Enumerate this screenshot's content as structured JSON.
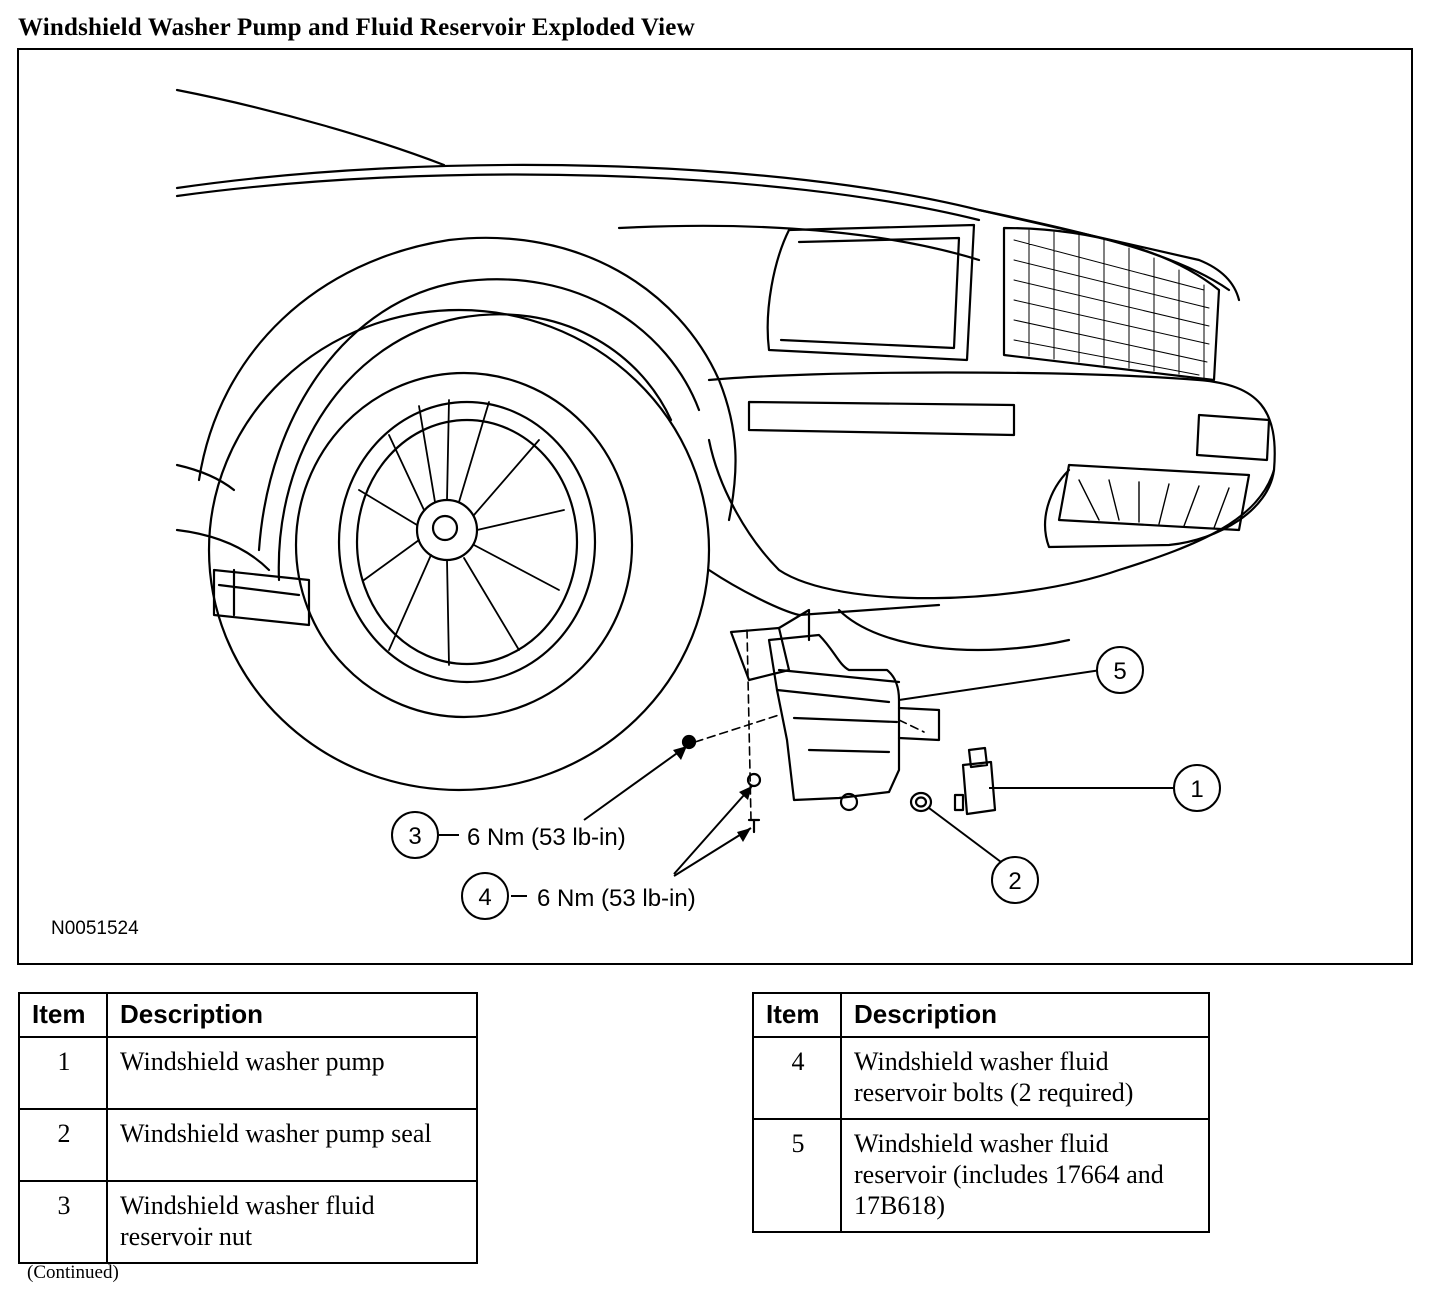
{
  "page": {
    "title": "Windshield Washer Pump and Fluid Reservoir Exploded View",
    "continued_note": "(Continued)"
  },
  "figure": {
    "figure_id": "N0051524",
    "callouts": [
      {
        "number": "1"
      },
      {
        "number": "2"
      },
      {
        "number": "3",
        "torque": "6 Nm (53 lb-in)"
      },
      {
        "number": "4",
        "torque": "6 Nm (53 lb-in)"
      },
      {
        "number": "5"
      }
    ]
  },
  "parts_table": {
    "headers": {
      "item": "Item",
      "description": "Description"
    },
    "left_rows": [
      {
        "item": "1",
        "description": "Windshield washer pump"
      },
      {
        "item": "2",
        "description": "Windshield washer pump seal"
      },
      {
        "item": "3",
        "description": "Windshield washer fluid reservoir nut"
      }
    ],
    "right_rows": [
      {
        "item": "4",
        "description": "Windshield washer fluid reservoir bolts (2 required)"
      },
      {
        "item": "5",
        "description": "Windshield washer fluid reservoir (includes 17664 and 17B618)"
      }
    ]
  }
}
